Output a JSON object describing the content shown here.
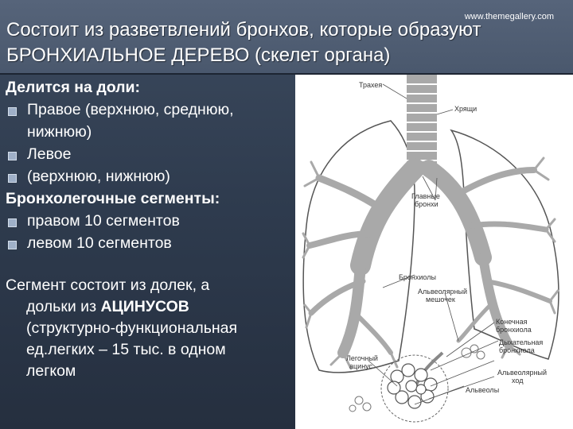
{
  "slide": {
    "watermark": "www.themegallery.com",
    "title_line1": "Состоит из разветвлений бронхов, которые образуют",
    "title_line2": "БРОНХИАЛЬНОЕ ДЕРЕВО (скелет органа)"
  },
  "body": {
    "lobes_heading": "Делится на  доли:",
    "right_lobe_line1": "Правое (верхнюю, среднюю,",
    "right_lobe_line2": "нижнюю)",
    "left_lobe": "Левое",
    "left_lobe_detail": "(верхнюю, нижнюю)",
    "segments_heading": "Бронхолегочные сегменты:",
    "right_segments": "правом 10 сегментов",
    "left_segments": "левом 10 сегментов",
    "acinus_line1": "Сегмент состоит из долек, а",
    "acinus_line2_prefix": "дольки из ",
    "acinus_bold": "АЦИНУСОВ",
    "acinus_line3": "(структурно-функциональная",
    "acinus_line4": "ед.легких – 15 тыс. в одном",
    "acinus_line5": "легком"
  },
  "figure": {
    "label_trachea": "Трахея",
    "label_rings": "Хрящи",
    "label_main_bronchi_1": "Главные",
    "label_main_bronchi_2": "бронхи",
    "label_bronchiole": "Бронхиолы",
    "label_alveolar_sac_1": "Альвеолярный",
    "label_alveolar_sac_2": "мешочек",
    "label_terminal_1": "Конечная",
    "label_terminal_2": "бронхиола",
    "label_respiratory_1": "Дыхательная",
    "label_respiratory_2": "бронхиола",
    "label_acinus_1": "Легочный",
    "label_acinus_2": "ацинус",
    "label_alveolar_duct_1": "Альвеолярный",
    "label_alveolar_duct_2": "ход",
    "label_alveoli": "Альвеолы"
  },
  "colors": {
    "background": "#2f3c4f",
    "title_band": "#4f5d72",
    "text": "#ffffff",
    "bullet": "#9fb0c8",
    "airway_fill": "#a9a9a9"
  }
}
